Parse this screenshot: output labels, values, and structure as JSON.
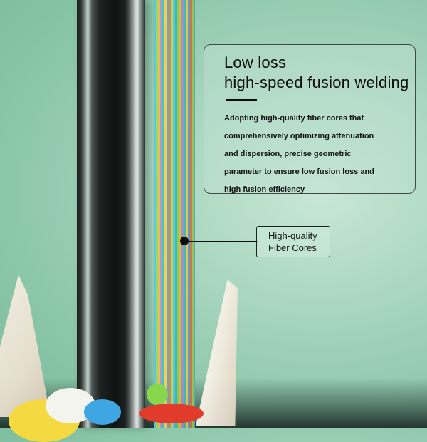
{
  "panel": {
    "title_lines": [
      "Low loss",
      "high-speed fusion welding"
    ],
    "description_lines": [
      "Adopting high-quality fiber cores that",
      "comprehensively optimizing attenuation",
      "and dispersion, precise geometric",
      "parameter to ensure low fusion loss and",
      "high fusion efficiency"
    ]
  },
  "callout": {
    "label_lines": [
      "High-quality",
      "Fiber Cores"
    ]
  },
  "colors": {
    "background": "#a9d6bf",
    "text": "#0b0d0c",
    "panel_border": "#3d4a45",
    "fiber_blue": "#2fb7d6",
    "fiber_green": "#7fd34b",
    "fiber_yellow": "#f0b42b",
    "cap_red": "#e13b2c",
    "cap_blue": "#3ea6e3",
    "cap_yellow": "#f4d940"
  }
}
